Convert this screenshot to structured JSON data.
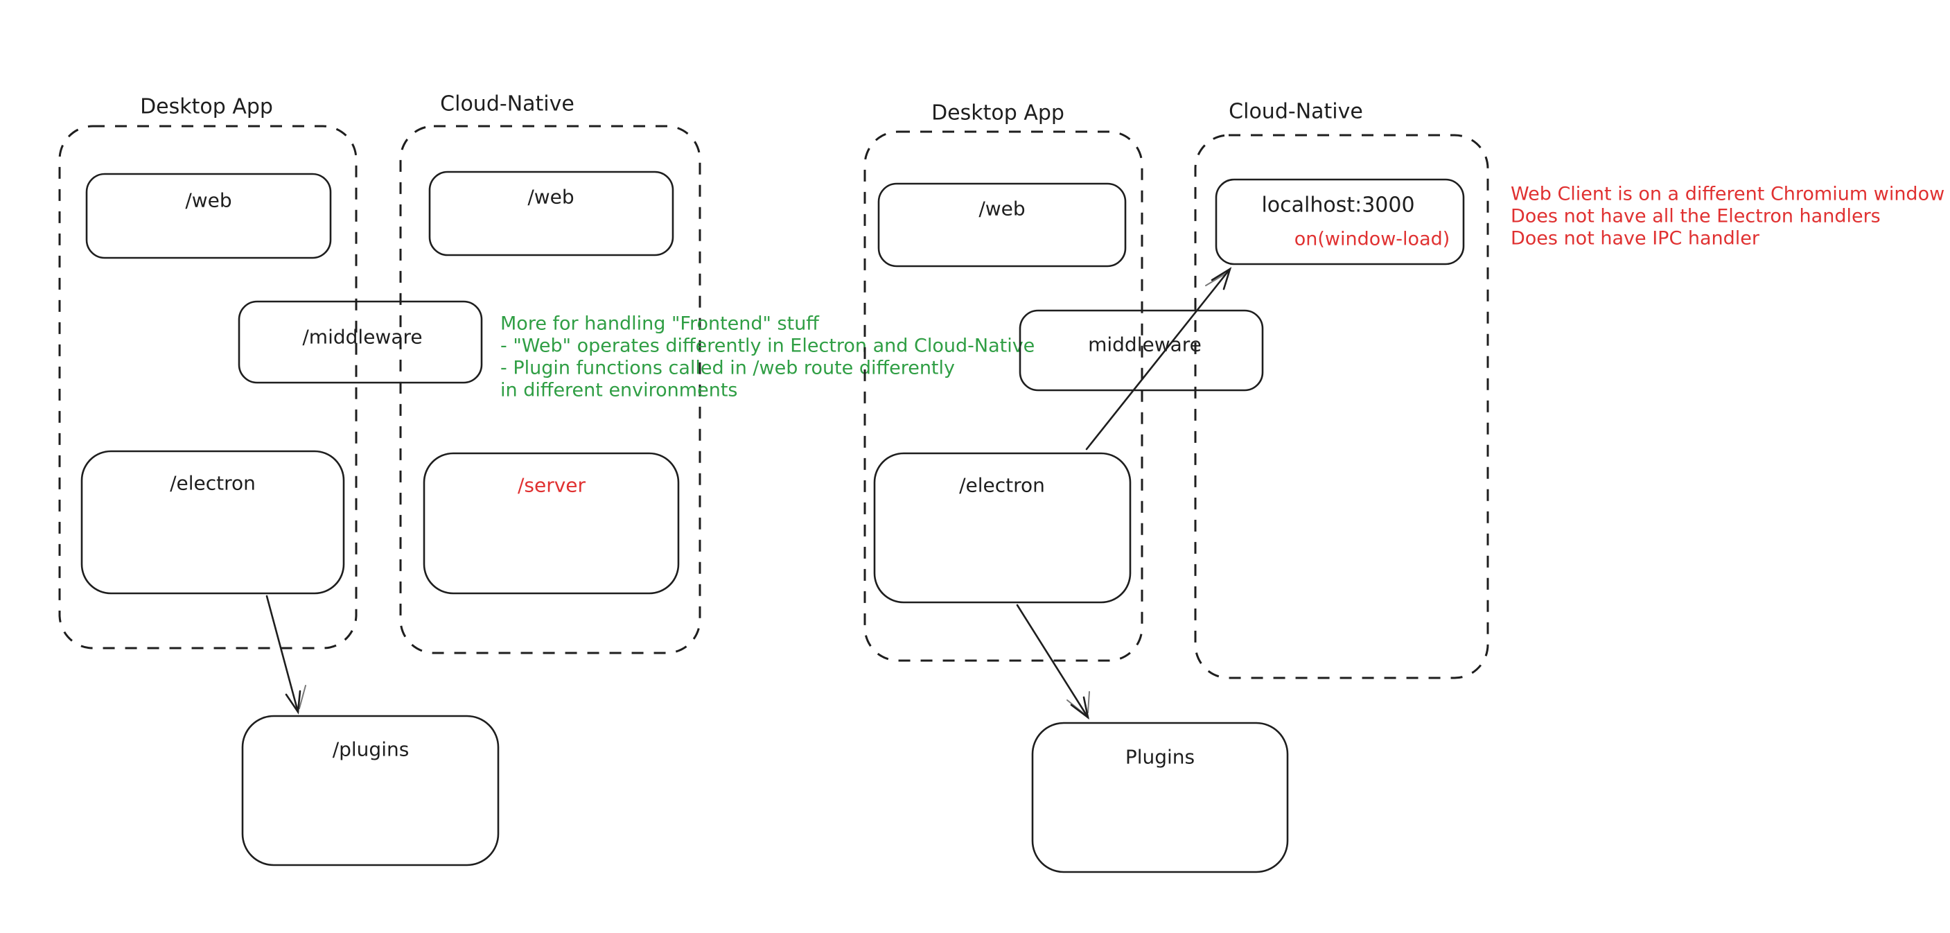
{
  "left_diagram": {
    "desktop_app_label": "Desktop App",
    "cloud_native_label": "Cloud-Native",
    "desktop_web": "/web",
    "cloud_web": "/web",
    "middleware": "/middleware",
    "electron": "/electron",
    "server": "/server",
    "plugins": "/plugins"
  },
  "right_diagram": {
    "desktop_app_label": "Desktop App",
    "cloud_native_label": "Cloud-Native",
    "desktop_web": "/web",
    "localhost": "localhost:3000",
    "on_window_load": "on(window-load)",
    "middleware": "middleware",
    "electron": "/electron",
    "plugins": "Plugins"
  },
  "annotations": {
    "green_note": {
      "line1": "More for handling \"Frontend\" stuff",
      "line2": "- \"Web\" operates differently in Electron and Cloud-Native",
      "line3": "- Plugin functions called in /web route differently",
      "line4": "in different environments"
    },
    "red_note": {
      "line1": "Web Client is on a different Chromium window",
      "line2": "Does not have all the Electron handlers",
      "line3": "Does not have IPC handler"
    }
  },
  "colors": {
    "stroke": "#1e1e1e",
    "red": "#e03131",
    "green": "#2f9e44",
    "background": "#ffffff"
  }
}
